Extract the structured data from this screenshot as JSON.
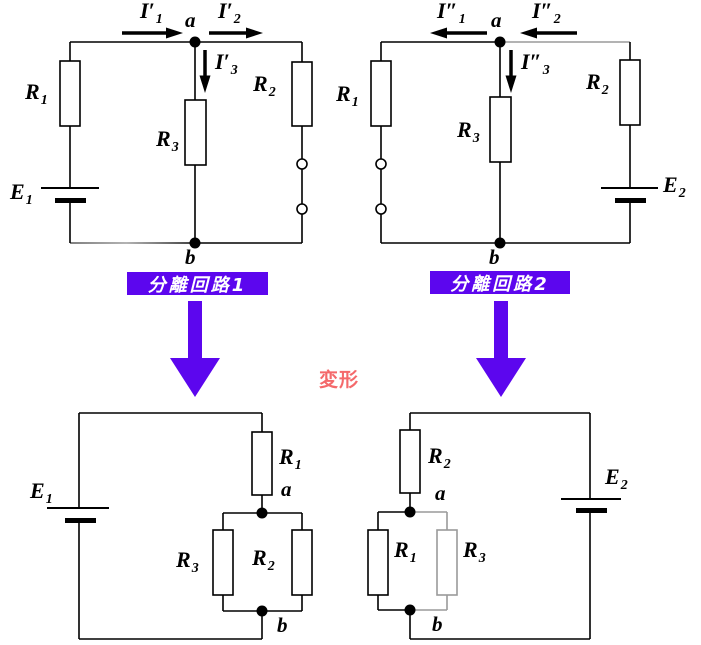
{
  "colors": {
    "accent_purple": "#5c06ee",
    "transform_pink": "#f4696b",
    "wire_black": "#000000",
    "wire_grey": "#9a9a9a",
    "banner_text": "#ffffff"
  },
  "banners": {
    "circuit1": "分離回路1",
    "circuit2": "分離回路2",
    "transform": "変形"
  },
  "tl": {
    "i1": {
      "m": "I′",
      "s": "1"
    },
    "i2": {
      "m": "I′",
      "s": "2"
    },
    "i3": {
      "m": "I′",
      "s": "3"
    },
    "r1": {
      "m": "R",
      "s": "1"
    },
    "r2": {
      "m": "R",
      "s": "2"
    },
    "r3": {
      "m": "R",
      "s": "3"
    },
    "e1": {
      "m": "E",
      "s": "1"
    },
    "a": "a",
    "b": "b"
  },
  "tr": {
    "i1": {
      "m": "I″",
      "s": "1"
    },
    "i2": {
      "m": "I″",
      "s": "2"
    },
    "i3": {
      "m": "I″",
      "s": "3"
    },
    "r1": {
      "m": "R",
      "s": "1"
    },
    "r2": {
      "m": "R",
      "s": "2"
    },
    "r3": {
      "m": "R",
      "s": "3"
    },
    "e2": {
      "m": "E",
      "s": "2"
    },
    "a": "a",
    "b": "b"
  },
  "bl": {
    "r1": {
      "m": "R",
      "s": "1"
    },
    "r2": {
      "m": "R",
      "s": "2"
    },
    "r3": {
      "m": "R",
      "s": "3"
    },
    "e1": {
      "m": "E",
      "s": "1"
    },
    "a": "a",
    "b": "b"
  },
  "br": {
    "r1": {
      "m": "R",
      "s": "1"
    },
    "r2": {
      "m": "R",
      "s": "2"
    },
    "r3": {
      "m": "R",
      "s": "3"
    },
    "e2": {
      "m": "E",
      "s": "2"
    },
    "a": "a",
    "b": "b"
  }
}
